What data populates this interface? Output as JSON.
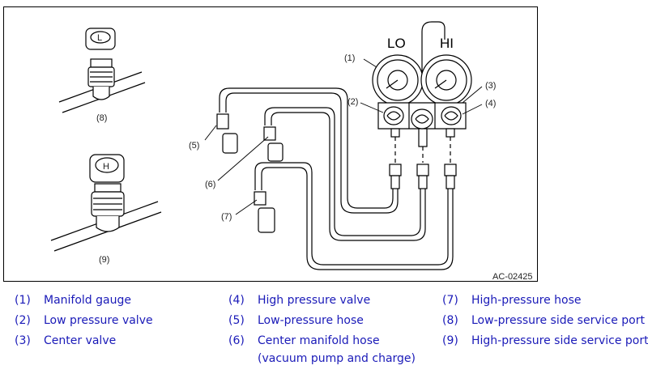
{
  "figure": {
    "gauge_labels": {
      "lo": "LO",
      "hi": "HI"
    },
    "figure_code": "AC-02425",
    "callouts": [
      "(1)",
      "(2)",
      "(3)",
      "(4)",
      "(5)",
      "(6)",
      "(7)",
      "(8)",
      "(9)"
    ]
  },
  "legend": [
    {
      "num": "(1)",
      "text": "Manifold gauge"
    },
    {
      "num": "(2)",
      "text": "Low pressure valve"
    },
    {
      "num": "(3)",
      "text": "Center valve"
    },
    {
      "num": "(4)",
      "text": "High pressure valve"
    },
    {
      "num": "(5)",
      "text": "Low-pressure hose"
    },
    {
      "num": "(6)",
      "text": "Center manifold hose (vacuum pump and charge)"
    },
    {
      "num": "(7)",
      "text": "High-pressure hose"
    },
    {
      "num": "(8)",
      "text": "Low-pressure side service port"
    },
    {
      "num": "(9)",
      "text": "High-pressure side service port"
    }
  ],
  "colors": {
    "legend_text": "#1a1ab8",
    "line": "#000000"
  }
}
